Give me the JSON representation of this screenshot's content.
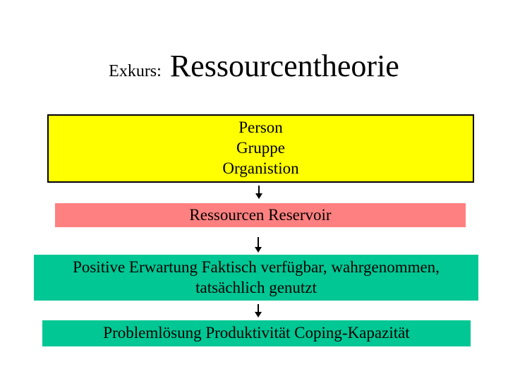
{
  "slide": {
    "background_color": "#FFFFFF",
    "text_color": "#000000",
    "title": {
      "prefix": "Exkurs:",
      "main": "Ressourcentheorie"
    },
    "diagram": {
      "box_person": {
        "lines": [
          "Person",
          "Gruppe",
          "Organistion"
        ],
        "fill": "#FFFF00",
        "border": "#000000"
      },
      "box_reservoir": {
        "lines": [
          "Ressourcen Reservoir"
        ],
        "fill": "#FF8080"
      },
      "box_verfuegbar": {
        "lines": [
          "Positive Erwartung Faktisch verfügbar, wahrgenommen,",
          "tatsächlich genutzt"
        ],
        "fill": "#00C794"
      },
      "box_output": {
        "lines": [
          "Problemlösung Produktivität Coping-Kapazität"
        ],
        "fill": "#00C794"
      },
      "arrow_icon": "↓",
      "arrow_color": "#000000"
    }
  }
}
